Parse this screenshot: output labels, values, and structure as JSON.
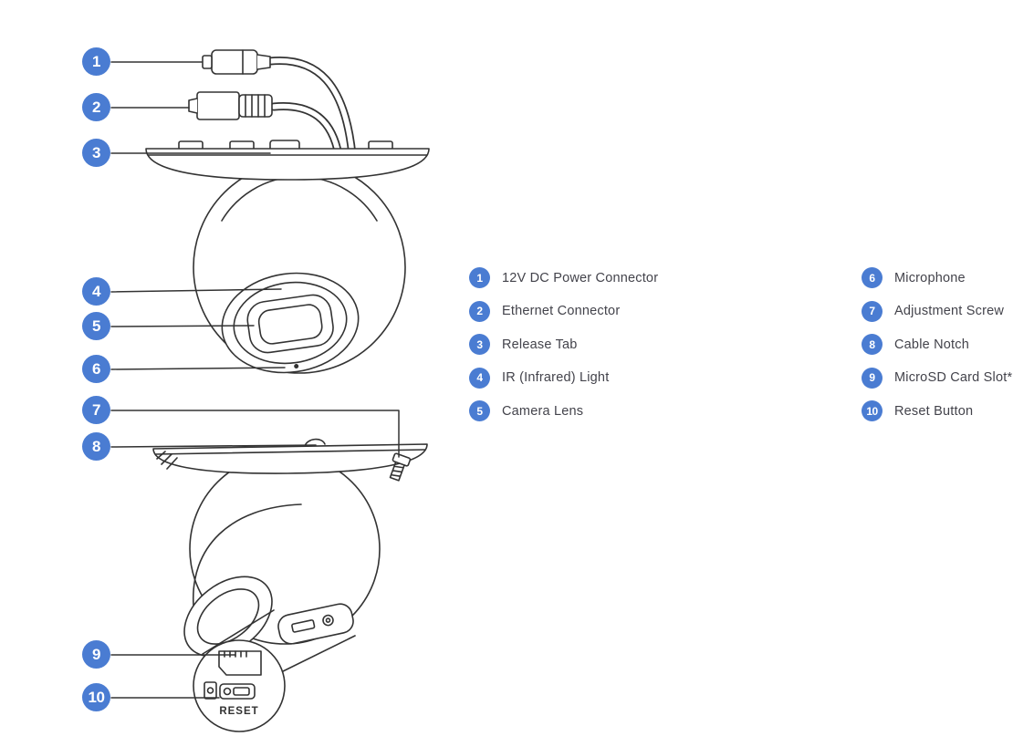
{
  "colors": {
    "badge": "#4a7cd2",
    "line": "#333333",
    "label": "#43434b"
  },
  "callouts": [
    {
      "num": "1"
    },
    {
      "num": "2"
    },
    {
      "num": "3"
    },
    {
      "num": "4"
    },
    {
      "num": "5"
    },
    {
      "num": "6"
    },
    {
      "num": "7"
    },
    {
      "num": "8"
    },
    {
      "num": "9"
    },
    {
      "num": "10"
    }
  ],
  "legend": {
    "left": [
      {
        "num": "1",
        "label": "12V DC Power Connector"
      },
      {
        "num": "2",
        "label": "Ethernet Connector"
      },
      {
        "num": "3",
        "label": "Release Tab"
      },
      {
        "num": "4",
        "label": "IR (Infrared) Light"
      },
      {
        "num": "5",
        "label": "Camera Lens"
      }
    ],
    "right": [
      {
        "num": "6",
        "label": "Microphone"
      },
      {
        "num": "7",
        "label": "Adjustment Screw"
      },
      {
        "num": "8",
        "label": "Cable Notch"
      },
      {
        "num": "9",
        "label": "MicroSD Card Slot*"
      },
      {
        "num": "10",
        "label": "Reset Button"
      }
    ]
  },
  "illustration": {
    "reset_label": "RESET"
  }
}
